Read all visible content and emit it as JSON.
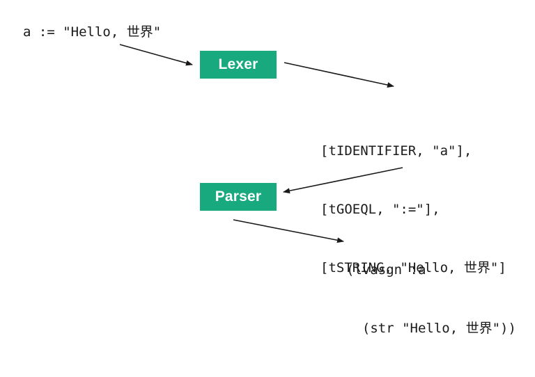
{
  "source_code": "a := \"Hello, 世界\"",
  "lexer": {
    "label": "Lexer"
  },
  "tokens": {
    "lines": [
      "[tIDENTIFIER, \"a\"],",
      "[tGOEQL, \":=\"],",
      "[tSTRING, \"Hello, 世界\"]"
    ]
  },
  "parser": {
    "label": "Parser"
  },
  "ast": {
    "lines": [
      "(lvasgn :a",
      "  (str \"Hello, 世界\"))"
    ]
  },
  "colors": {
    "box_fill": "#18a97e",
    "box_text": "#ffffff",
    "text": "#1a1a1a",
    "arrow": "#1a1a1a"
  }
}
